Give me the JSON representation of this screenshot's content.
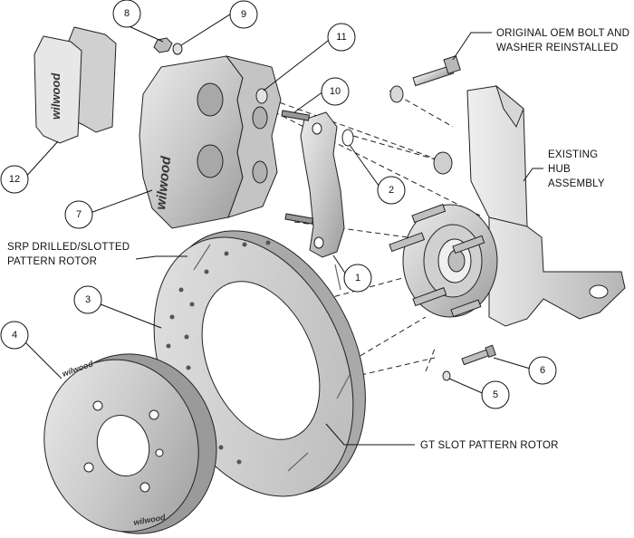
{
  "labels": {
    "oem_bolt_line1": "ORIGINAL OEM BOLT AND",
    "oem_bolt_line2": "WASHER REINSTALLED",
    "hub_line1": "EXISTING",
    "hub_line2": "HUB",
    "hub_line3": "ASSEMBLY",
    "srp_line1": "SRP DRILLED/SLOTTED",
    "srp_line2": "PATTERN ROTOR",
    "gt_slot": "GT SLOT PATTERN ROTOR"
  },
  "callouts": [
    "1",
    "2",
    "3",
    "4",
    "5",
    "6",
    "7",
    "8",
    "9",
    "10",
    "11",
    "12"
  ],
  "logos": {
    "pad": "wilwood",
    "caliper": "wilwood",
    "hat_top": "wilwood",
    "hat_bottom": "wilwood"
  },
  "colors": {
    "line": "#222222",
    "metal_light": "#d9d9d9",
    "metal_mid": "#bdbdbd",
    "metal_dark": "#8a8a8a",
    "rotor": "#cfcfcf",
    "paper": "#ffffff"
  }
}
